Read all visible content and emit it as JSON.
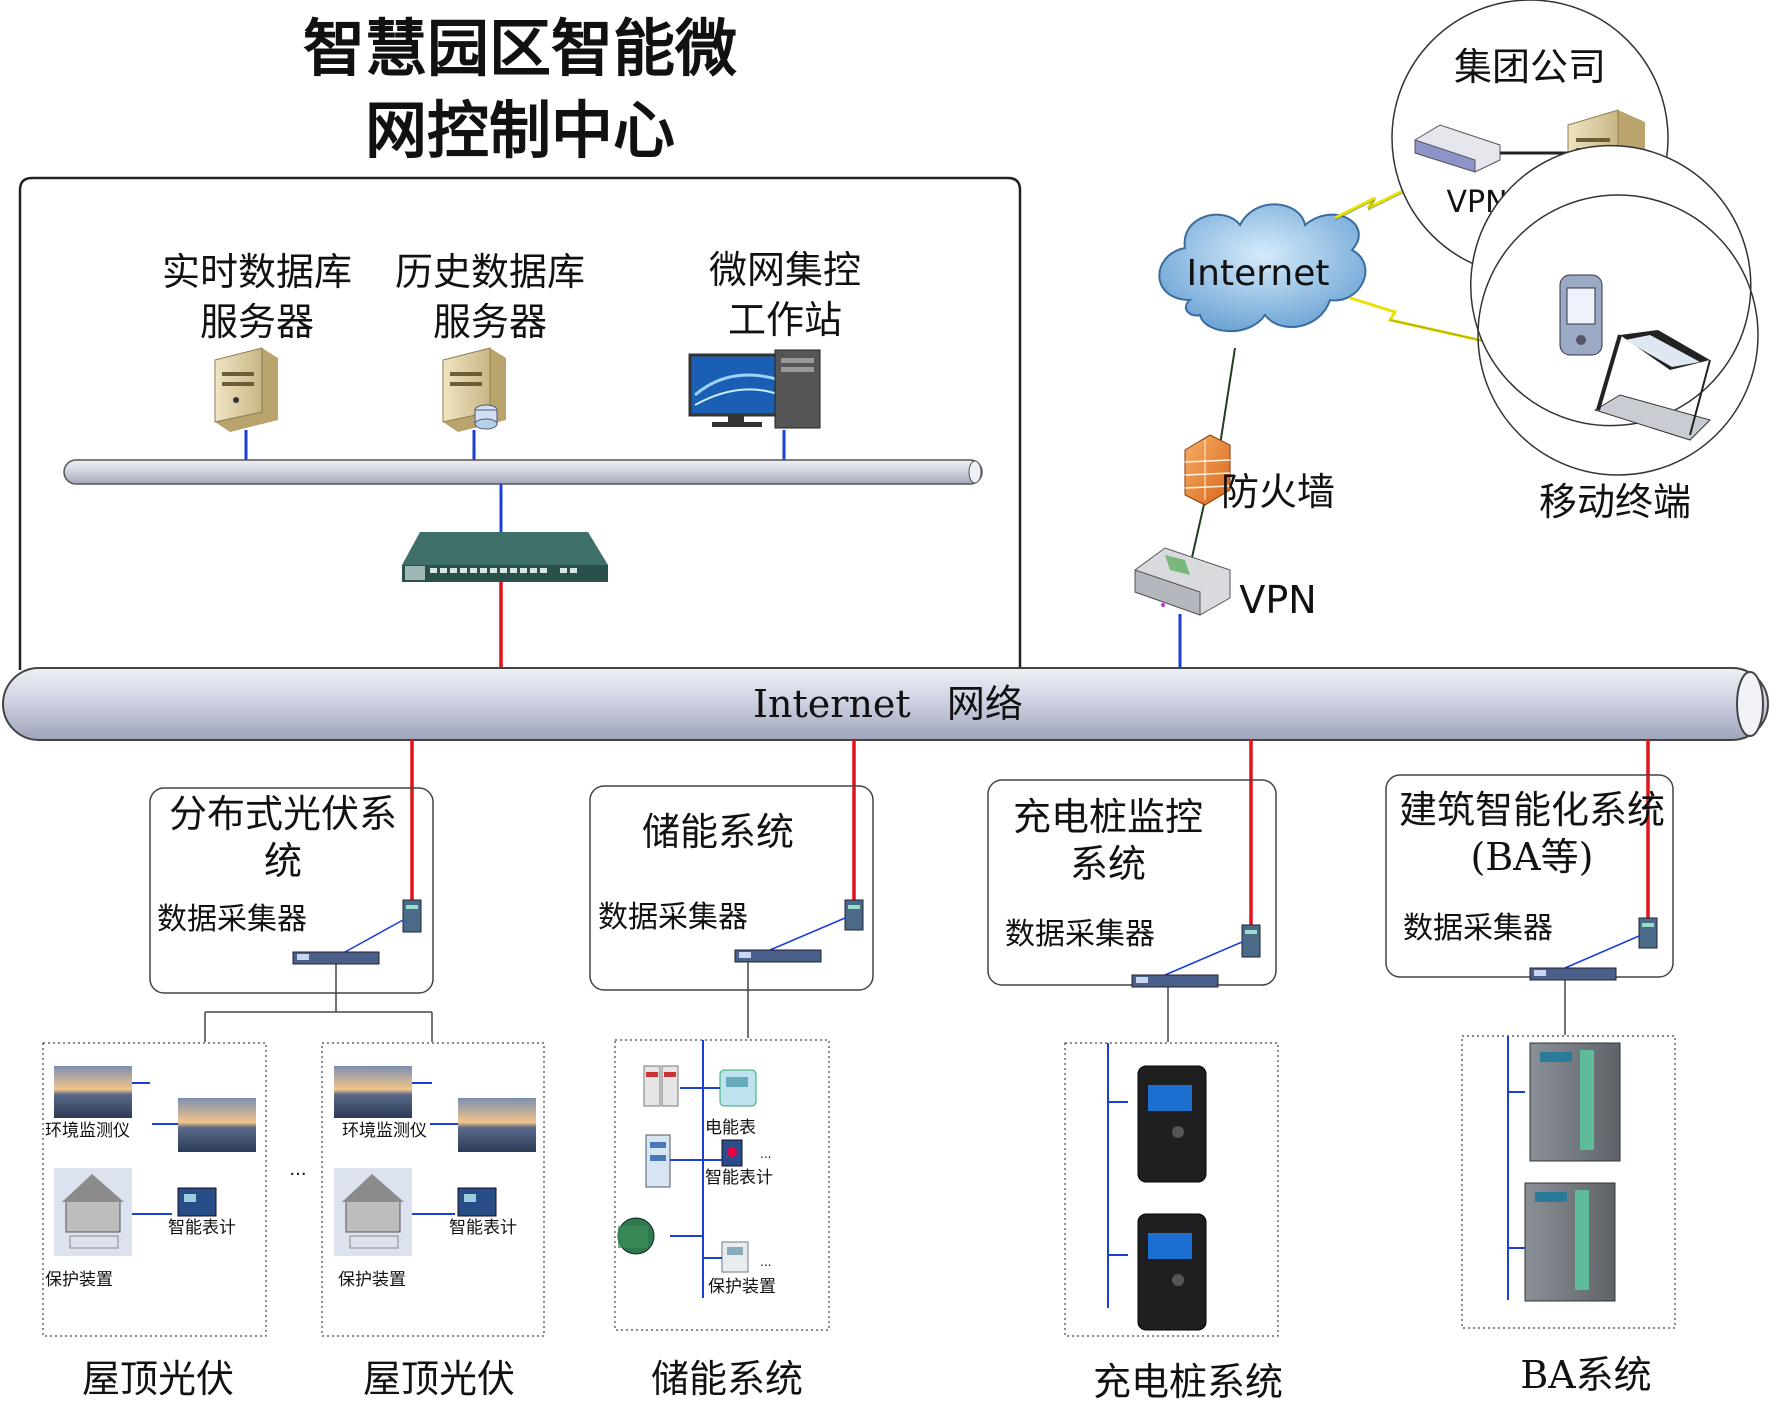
{
  "title": {
    "line1": "智慧园区智能微",
    "line2": "网控制中心"
  },
  "control_center": {
    "servers": [
      {
        "line1": "实时数据库",
        "line2": "服务器"
      },
      {
        "line1": "历史数据库",
        "line2": "服务器"
      },
      {
        "line1": "微网集控",
        "line2": "工作站"
      }
    ]
  },
  "internet_bus": {
    "label": "Internet   网络"
  },
  "cloud": {
    "label": "Internet"
  },
  "firewall": {
    "label": "防火墙"
  },
  "vpn_label": "VPN",
  "group_company": {
    "label": "集团公司",
    "vpn_label": "VPN"
  },
  "mobile": {
    "label": "移动终端"
  },
  "subsystems": [
    {
      "name_line1": "分布式光伏系",
      "name_line2": "统",
      "collector": "数据采集器"
    },
    {
      "name_line1": "储能系统",
      "name_line2": "",
      "collector": "数据采集器"
    },
    {
      "name_line1": "充电桩监控",
      "name_line2": "系统",
      "collector": "数据采集器"
    },
    {
      "name_line1": "建筑智能化系统",
      "name_line2": "(BA等)",
      "collector": "数据采集器"
    }
  ],
  "field_devices": {
    "env_monitor": "环境监测仪",
    "smart_meter": "智能表计",
    "protection": "保护装置",
    "energy_meter": "电能表",
    "ellipsis": "..."
  },
  "bottom_labels": [
    "屋顶光伏",
    "屋顶光伏",
    "储能系统",
    "充电桩系统",
    "BA系统"
  ]
}
